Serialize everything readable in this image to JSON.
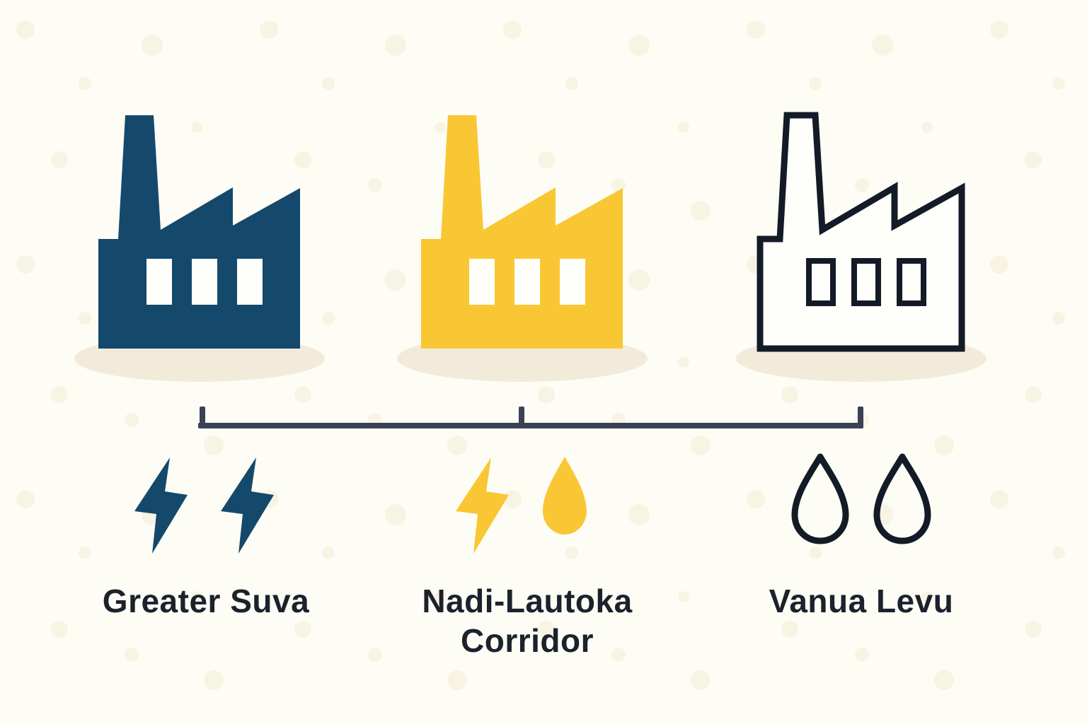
{
  "colors": {
    "bg": "#fdfdf6",
    "pattern": "#f8f4e4",
    "navy": "#14496b",
    "yellow": "#f9c733",
    "ink": "#131b27",
    "text": "#1b222c",
    "bracket": "#3a4254",
    "shadow": "#f2ebda",
    "window": "#fefefb"
  },
  "regions": [
    {
      "label": "Greater Suva",
      "factory_style": "navy-filled",
      "icons": [
        "lightning-bolt",
        "lightning-bolt"
      ]
    },
    {
      "label": "Nadi-Lautoka Corridor",
      "factory_style": "yellow-filled",
      "icons": [
        "lightning-bolt",
        "water-droplet"
      ]
    },
    {
      "label": "Vanua Levu",
      "factory_style": "outlined",
      "icons": [
        "water-droplet-outline",
        "water-droplet-outline"
      ]
    }
  ],
  "connector": {
    "type": "bracket",
    "tick_count": 3
  }
}
